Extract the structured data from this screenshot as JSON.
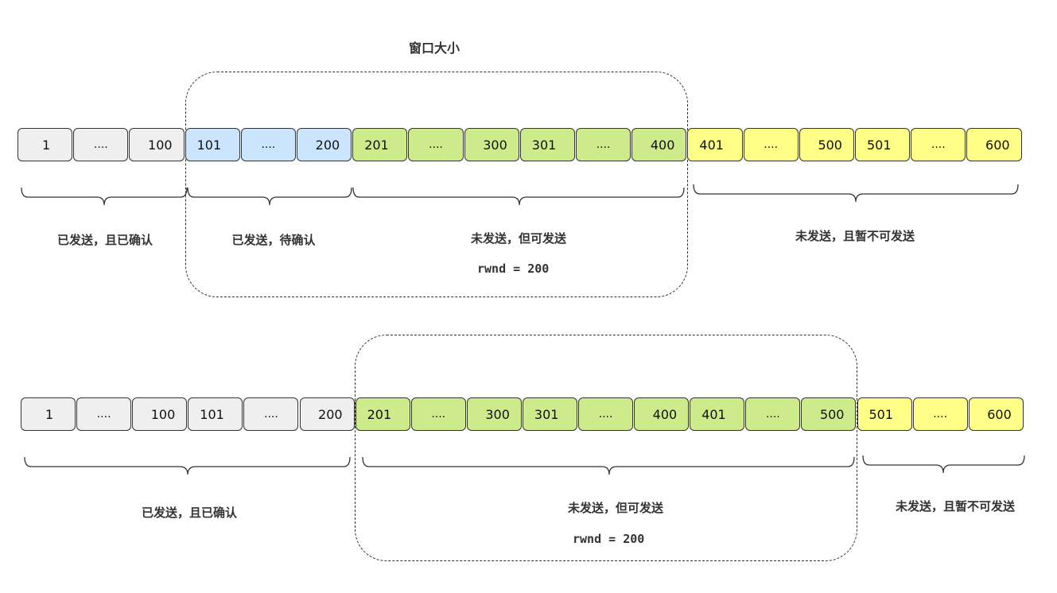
{
  "diagram1": {
    "title": "窗口大小",
    "cells": [
      {
        "text": "1",
        "color": "gray"
      },
      {
        "text": "....",
        "color": "gray"
      },
      {
        "text": "100",
        "color": "gray"
      },
      {
        "text": "101",
        "color": "blue"
      },
      {
        "text": "....",
        "color": "blue"
      },
      {
        "text": "200",
        "color": "blue"
      },
      {
        "text": "201",
        "color": "green"
      },
      {
        "text": "....",
        "color": "green"
      },
      {
        "text": "300",
        "color": "green"
      },
      {
        "text": "301",
        "color": "green"
      },
      {
        "text": "....",
        "color": "green"
      },
      {
        "text": "400",
        "color": "green"
      },
      {
        "text": "401",
        "color": "yellow"
      },
      {
        "text": "....",
        "color": "yellow"
      },
      {
        "text": "500",
        "color": "yellow"
      },
      {
        "text": "501",
        "color": "yellow"
      },
      {
        "text": "....",
        "color": "yellow"
      },
      {
        "text": "600",
        "color": "yellow"
      }
    ],
    "labels": [
      "已发送，且已确认",
      "已发送，待确认",
      "未发送，但可发送",
      "未发送，且暂不可发送"
    ],
    "rwnd": "rwnd = 200"
  },
  "diagram2": {
    "cells": [
      {
        "text": "1",
        "color": "gray"
      },
      {
        "text": "....",
        "color": "gray"
      },
      {
        "text": "100",
        "color": "gray"
      },
      {
        "text": "101",
        "color": "gray"
      },
      {
        "text": "....",
        "color": "gray"
      },
      {
        "text": "200",
        "color": "gray"
      },
      {
        "text": "201",
        "color": "green"
      },
      {
        "text": "....",
        "color": "green"
      },
      {
        "text": "300",
        "color": "green"
      },
      {
        "text": "301",
        "color": "green"
      },
      {
        "text": "....",
        "color": "green"
      },
      {
        "text": "400",
        "color": "green"
      },
      {
        "text": "401",
        "color": "green"
      },
      {
        "text": "....",
        "color": "green"
      },
      {
        "text": "500",
        "color": "green"
      },
      {
        "text": "501",
        "color": "yellow"
      },
      {
        "text": "....",
        "color": "yellow"
      },
      {
        "text": "600",
        "color": "yellow"
      }
    ],
    "labels": [
      "已发送，且已确认",
      "未发送，但可发送",
      "未发送，且暂不可发送"
    ],
    "rwnd": "rwnd = 200"
  },
  "colors": {
    "gray": "#efefef",
    "blue": "#cce5ff",
    "green": "#cdeb8b",
    "yellow": "#ffff88",
    "stroke": "#333333"
  }
}
